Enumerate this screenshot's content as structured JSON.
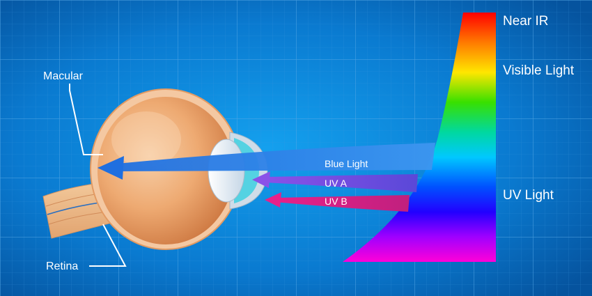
{
  "labels": {
    "macular": "Macular",
    "retina": "Retina",
    "blue_light": "Blue Light",
    "uv_a": "UV A",
    "uv_b": "UV B",
    "near_ir": "Near IR",
    "visible_light": "Visible Light",
    "uv_light": "UV Light"
  },
  "colors": {
    "background": "#0a6fc0",
    "grid": "#3e97dc",
    "blue_ray": "#2a7fe6",
    "uv_a_ray": "#7b4fd8",
    "uv_b_ray": "#e0288a",
    "eye_body": "#eeaa72",
    "eye_rim": "#f4c8a2",
    "lens": "#e4eef7",
    "label_line": "#ffffff"
  },
  "spectrum": [
    "#ff0000",
    "#ff7a00",
    "#ffe600",
    "#38e000",
    "#00d8a0",
    "#00c8ff",
    "#0050ff",
    "#2200ff",
    "#a000ff",
    "#ff00d8"
  ]
}
